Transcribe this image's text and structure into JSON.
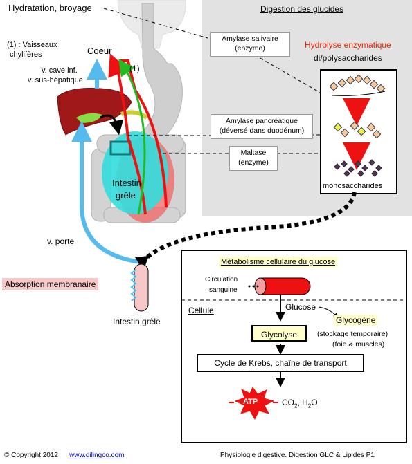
{
  "header": {
    "hydration": "Hydratation, broyage",
    "digestion_title": "Digestion des glucides"
  },
  "left": {
    "vessels_note_line1": "(1) : Vaisseaux",
    "vessels_note_line2": "chylifères",
    "coeur": "Coeur",
    "cave": "v. cave inf.",
    "sus_hep": "v. sus-hépatique",
    "marker_1": "(1)",
    "intestin_line1": "Intestin",
    "intestin_line2": "grêle",
    "v_porte": "v. porte",
    "absorption": "Absorption membranaire",
    "intestin_grele_bottom": "Intestin grêle"
  },
  "enzymes": {
    "amylase_saliv_line1": "Amylase salivaire",
    "amylase_saliv_line2": "(enzyme)",
    "amylase_panc_line1": "Amylase pancréatique",
    "amylase_panc_line2": "(déversé dans duodénum)",
    "maltase_line1": "Maltase",
    "maltase_line2": "(enzyme)"
  },
  "hydrolysis": {
    "title": "Hydrolyse enzymatique",
    "subtitle": "di/polysaccharides",
    "result": "monosaccharides"
  },
  "metabolism": {
    "title": "Métabolisme cellulaire du glucose",
    "circulation_line1": "Circulation",
    "circulation_line2": "sanguine",
    "cellule": "Cellule",
    "glucose": "Glucose",
    "glycogene": "Glycogène",
    "stockage_line1": "(stockage  temporaire)",
    "stockage_line2": "(foie & muscles)",
    "glycolyse": "Glycolyse",
    "krebs": "Cycle de Krebs, chaîne de transport",
    "atp": "ATP",
    "co2": "CO",
    "co2_sub": "2",
    "h2o_prefix": ", H",
    "h2o_sub": "2",
    "h2o_suffix": "O"
  },
  "footer": {
    "copyright": "© Copyright 2012",
    "url": "www.dilingco.com",
    "right": "Physiologie digestive. Digestion GLC & Lipides P1"
  },
  "colors": {
    "panel_gray": "#e2e2e2",
    "blood_red": "#ee1111",
    "lymph_green": "#22bb22",
    "portal_blue": "#55bbee",
    "intestine_cyan": "#33dddd",
    "title_red": "#ee2200",
    "absorption_pink": "#f7c8c8",
    "url_blue": "#0000cc"
  }
}
